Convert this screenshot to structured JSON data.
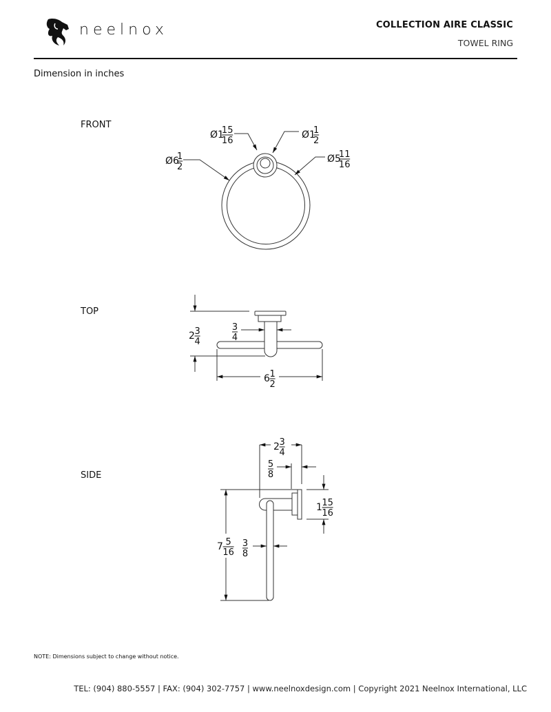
{
  "header": {
    "brand": "neelnox",
    "collection": "COLLECTION AIRE CLASSIC",
    "product": "TOWEL RING"
  },
  "units_note": "Dimension in inches",
  "views": {
    "front": {
      "label": "FRONT",
      "dims": {
        "ring_outer": {
          "prefix": "Ø",
          "whole": "6",
          "num": "1",
          "den": "2"
        },
        "flange": {
          "prefix": "Ø",
          "whole": "1",
          "num": "15",
          "den": "16"
        },
        "post": {
          "prefix": "Ø",
          "whole": "1",
          "num": "1",
          "den": "2"
        },
        "ring_inner": {
          "prefix": "Ø",
          "whole": "5",
          "num": "11",
          "den": "16"
        }
      }
    },
    "top": {
      "label": "TOP",
      "dims": {
        "depth": {
          "prefix": "",
          "whole": "2",
          "num": "3",
          "den": "4"
        },
        "post_width": {
          "prefix": "",
          "whole": "",
          "num": "3",
          "den": "4"
        },
        "width": {
          "prefix": "",
          "whole": "6",
          "num": "1",
          "den": "2"
        }
      }
    },
    "side": {
      "label": "SIDE",
      "dims": {
        "projection": {
          "prefix": "",
          "whole": "2",
          "num": "3",
          "den": "4"
        },
        "flange_thickness": {
          "prefix": "",
          "whole": "",
          "num": "5",
          "den": "8"
        },
        "flange_height": {
          "prefix": "",
          "whole": "1",
          "num": "15",
          "den": "16"
        },
        "height": {
          "prefix": "",
          "whole": "7",
          "num": "5",
          "den": "16"
        },
        "rod": {
          "prefix": "",
          "whole": "",
          "num": "3",
          "den": "8"
        }
      }
    }
  },
  "note": "NOTE: Dimensions subject to change without notice.",
  "footer": "TEL: (904) 880-5557 | FAX: (904) 302-7757 | www.neelnoxdesign.com | Copyright 2021 Neelnox International, LLC"
}
